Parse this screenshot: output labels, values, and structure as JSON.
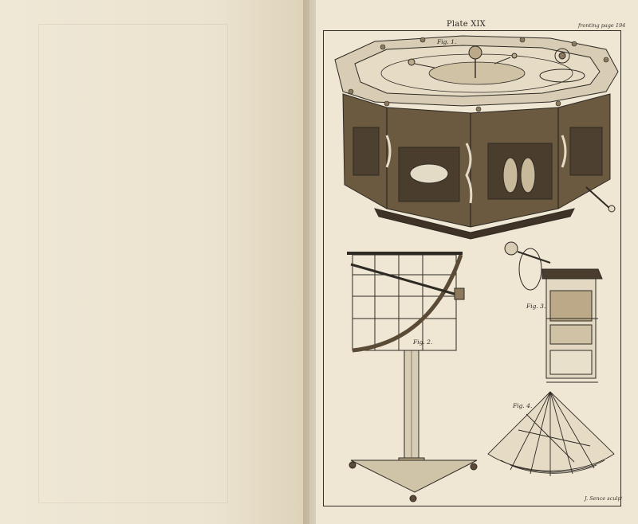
{
  "plate": {
    "title": "Plate XIX",
    "note": "fronting page 194",
    "engraver": "J. Sence sculpᵗ"
  },
  "figures": {
    "fig1": "Fig. 1.",
    "fig2": "Fig. 2.",
    "fig3": "Fig. 3.",
    "fig4": "Fig. 4."
  },
  "colors": {
    "paper": "#efe7d4",
    "ink": "#2e2a24",
    "wood": "#5a4a36"
  }
}
